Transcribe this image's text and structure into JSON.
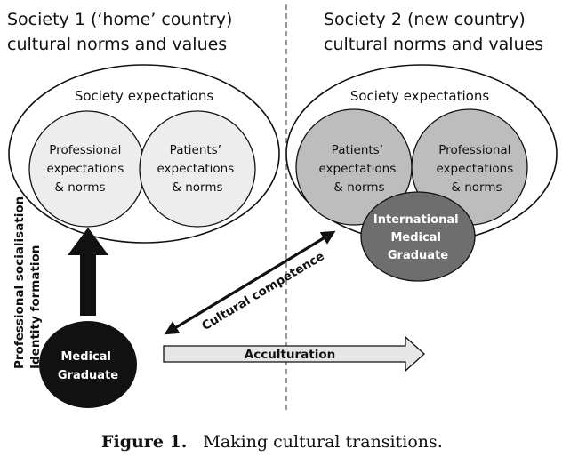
{
  "society1": {
    "title_line1": "Society 1 (‘home’ country)",
    "title_line2": "cultural norms and values",
    "expectations": "Society expectations",
    "professional": [
      "Professional",
      "expectations",
      "& norms"
    ],
    "patients": [
      "Patients’",
      "expectations",
      "& norms"
    ]
  },
  "society2": {
    "title_line1": "Society 2 (new country)",
    "title_line2": "cultural norms and values",
    "expectations": "Society expectations",
    "patients": [
      "Patients’",
      "expectations",
      "& norms"
    ],
    "professional": [
      "Professional",
      "expectations",
      "& norms"
    ],
    "img": [
      "International",
      "Medical",
      "Graduate"
    ]
  },
  "medical_graduate": [
    "Medical",
    "Graduate"
  ],
  "vertical_label": [
    "Professional socialisation",
    "Identity formation"
  ],
  "cultural_competence": "Cultural competence",
  "acculturation": "Acculturation",
  "caption": {
    "figure": "Figure 1.",
    "text": "Making cultural transitions."
  },
  "colors": {
    "light_circle": "#ededed",
    "mid_circle": "#bdbdbd",
    "dark_circle": "#6e6e6e",
    "black": "#111111",
    "arrow_fill": "#e6e6e6"
  }
}
